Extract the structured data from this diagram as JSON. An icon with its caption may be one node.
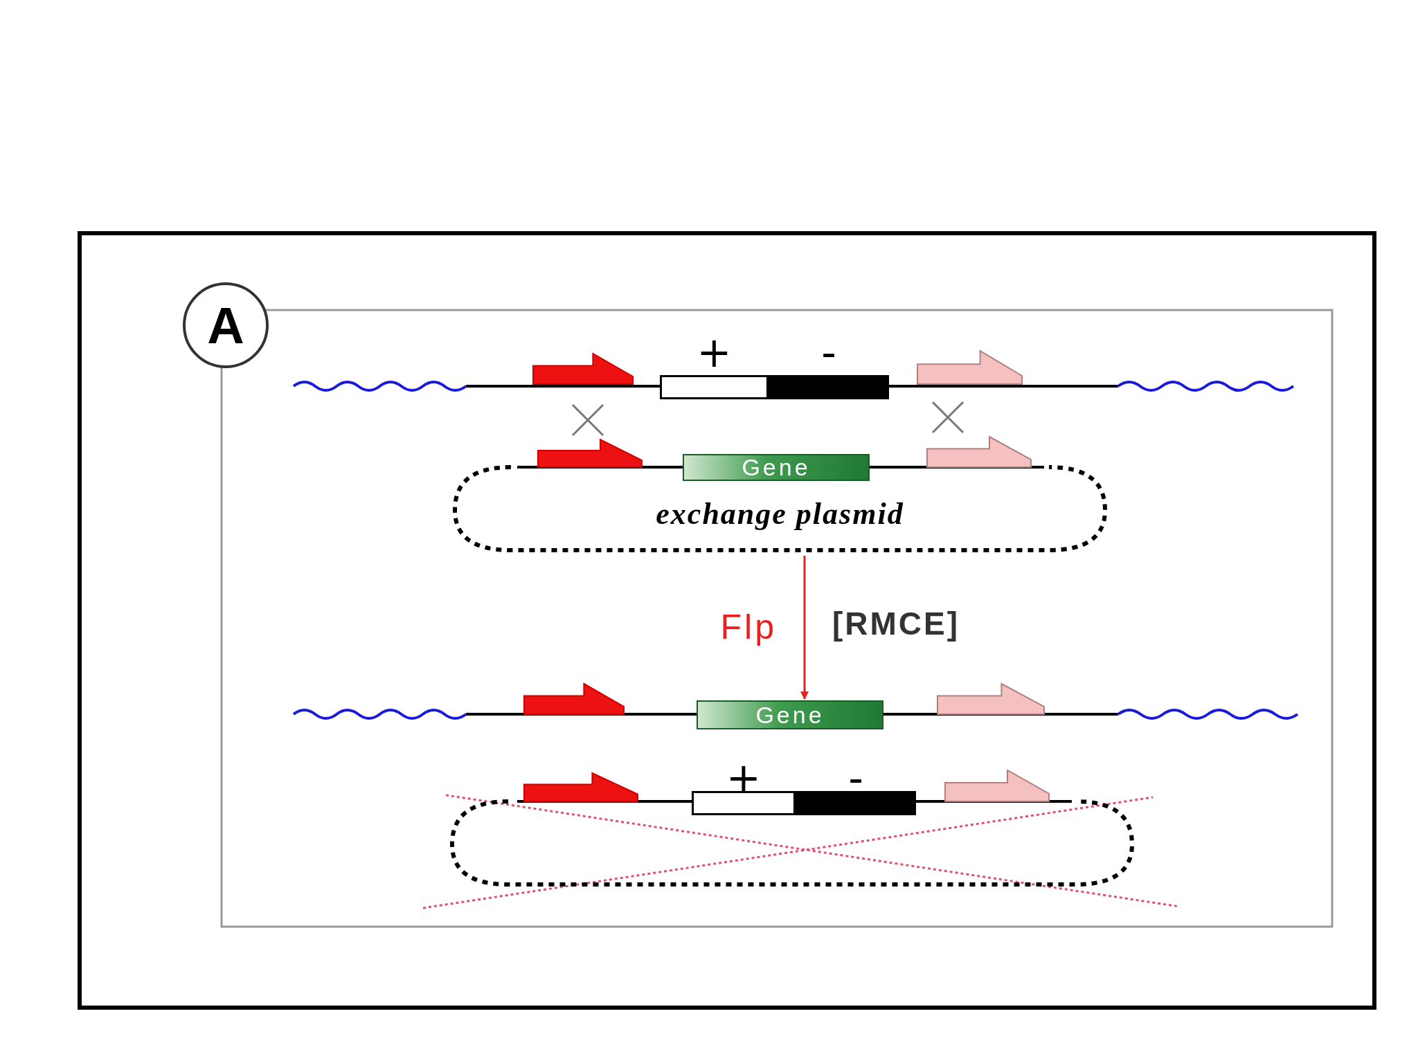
{
  "diagram": {
    "nodes": [
      {
        "text": [
          "A"
        ]
      },
      {
        "text": [
          "+"
        ]
      },
      {
        "text": [
          "-"
        ]
      },
      {
        "text": [
          "exchange plasmid"
        ]
      },
      {
        "text": [
          "Gene"
        ]
      },
      {
        "text": [
          "Gene"
        ]
      },
      {
        "text": [
          "+"
        ]
      },
      {
        "text": [
          "-"
        ]
      },
      {
        "text": [],
        "shape": "ellipse"
      }
    ],
    "edges": [
      {
        "from": 3,
        "to": 5,
        "arrow": "to",
        "label": "Flp",
        "color": "#e8201e"
      }
    ],
    "labels": [
      "[RMCE]"
    ]
  }
}
